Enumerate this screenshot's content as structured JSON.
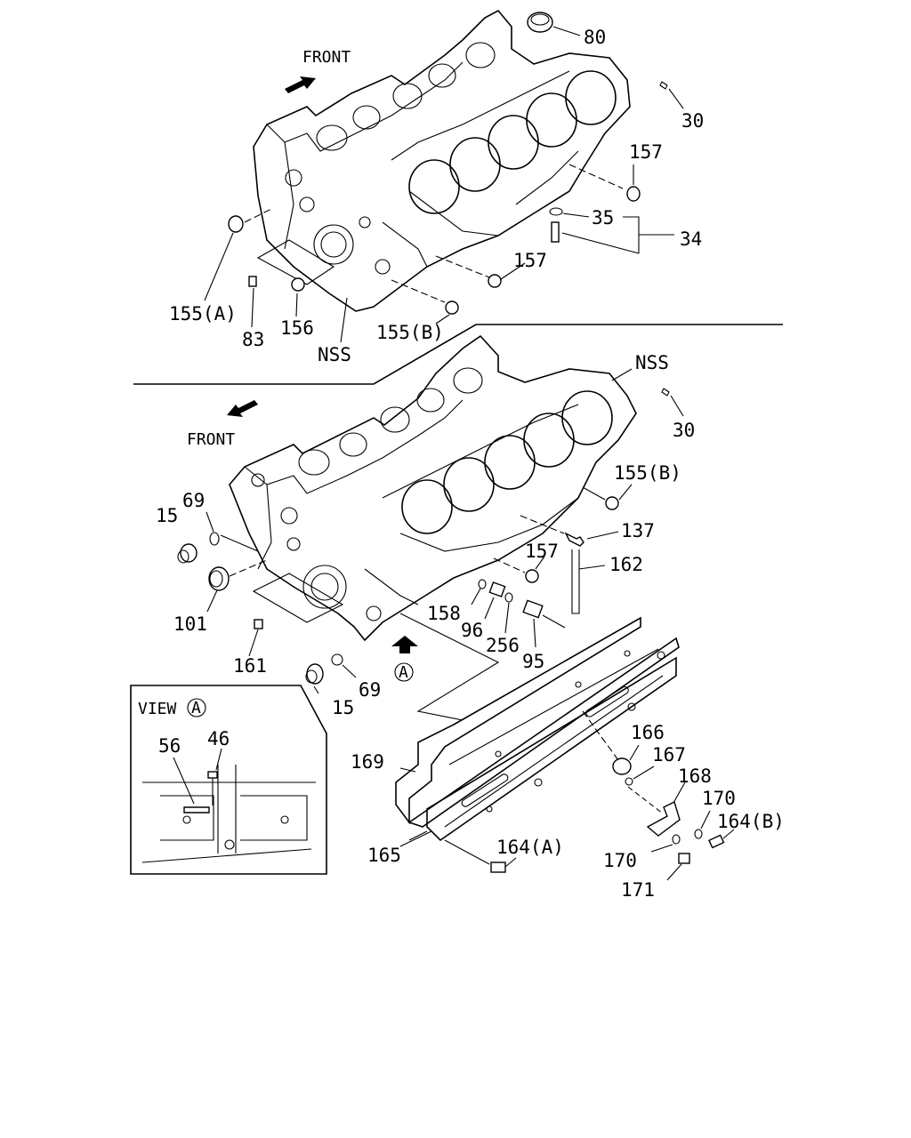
{
  "labels": {
    "front_top": "FRONT",
    "front_bottom": "FRONT",
    "view": "VIEW",
    "view_marker": "A",
    "a_marker": "A",
    "l80": "80",
    "l30a": "30",
    "l157a": "157",
    "l35": "35",
    "l34": "34",
    "l157b": "157",
    "l155A_top": "155(A)",
    "l83": "83",
    "l156": "156",
    "l155B_top": "155(B)",
    "lNSS_top": "NSS",
    "lNSS_bot": "NSS",
    "l30b": "30",
    "l155B_bot": "155(B)",
    "l137": "137",
    "l157c": "157",
    "l162": "162",
    "l15a": "15",
    "l69a": "69",
    "l101": "101",
    "l158": "158",
    "l96": "96",
    "l256": "256",
    "l95": "95",
    "l161": "161",
    "l69b": "69",
    "l15b": "15",
    "l56": "56",
    "l46": "46",
    "l166": "166",
    "l167": "167",
    "l168": "168",
    "l170a": "170",
    "l164B": "164(B)",
    "l169": "169",
    "l164A": "164(A)",
    "l165": "165",
    "l170b": "170",
    "l171": "171"
  }
}
